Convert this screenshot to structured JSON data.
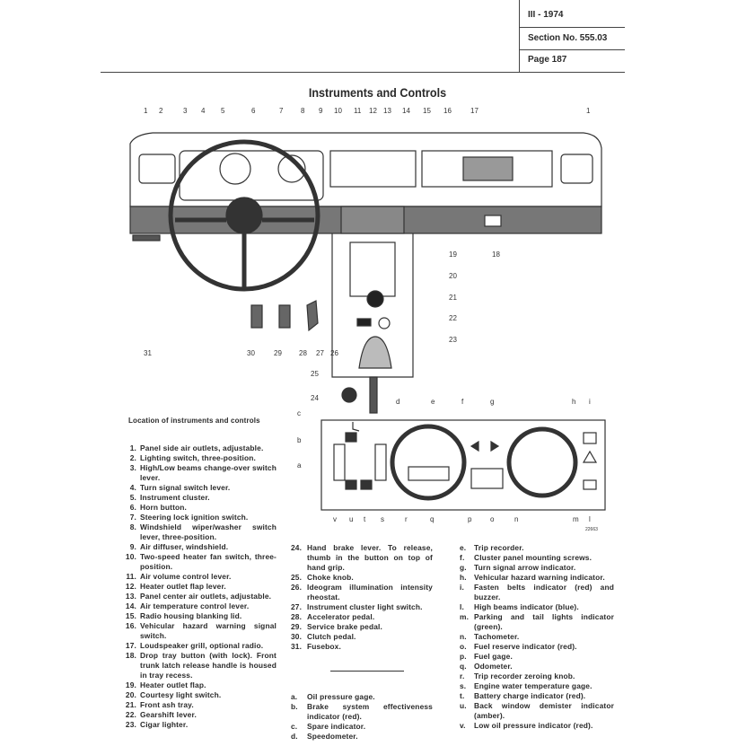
{
  "header": {
    "issue": "III - 1974",
    "section": "Section No. 555.03",
    "page": "Page 187"
  },
  "title": "Instruments and Controls",
  "diagram_labels": {
    "top": [
      "1",
      "2",
      "3",
      "4",
      "5",
      "6",
      "7",
      "8",
      "9",
      "10",
      "11",
      "12",
      "13",
      "14",
      "15",
      "16",
      "17",
      "1"
    ],
    "right": [
      "19",
      "20",
      "21",
      "22",
      "23",
      "18"
    ],
    "bottom": [
      "31",
      "30",
      "29",
      "28",
      "27",
      "26",
      "25",
      "24"
    ],
    "cluster_top": [
      "c",
      "b",
      "a",
      "d",
      "e",
      "f",
      "g",
      "h",
      "i"
    ],
    "cluster_bottom": [
      "v",
      "u",
      "t",
      "s",
      "r",
      "q",
      "p",
      "o",
      "n",
      "m",
      "l"
    ],
    "figure_number": "22663"
  },
  "legend_heading": "Location of instruments and controls",
  "numbered_items": [
    {
      "n": "1.",
      "t": "Panel side air outlets, adjustable."
    },
    {
      "n": "2.",
      "t": "Lighting switch, three-position."
    },
    {
      "n": "3.",
      "t": "High/Low beams change-over switch lever."
    },
    {
      "n": "4.",
      "t": "Turn signal switch lever."
    },
    {
      "n": "5.",
      "t": "Instrument cluster."
    },
    {
      "n": "6.",
      "t": "Horn button."
    },
    {
      "n": "7.",
      "t": "Steering lock ignition switch."
    },
    {
      "n": "8.",
      "t": "Windshield wiper/washer switch lever, three-position."
    },
    {
      "n": "9.",
      "t": "Air diffuser, windshield."
    },
    {
      "n": "10.",
      "t": "Two-speed heater fan switch, three-position."
    },
    {
      "n": "11.",
      "t": "Air volume control lever."
    },
    {
      "n": "12.",
      "t": "Heater outlet flap lever."
    },
    {
      "n": "13.",
      "t": "Panel center air outlets, adjustable."
    },
    {
      "n": "14.",
      "t": "Air temperature control lever."
    },
    {
      "n": "15.",
      "t": "Radio housing blanking lid."
    },
    {
      "n": "16.",
      "t": "Vehicular hazard warning signal switch."
    },
    {
      "n": "17.",
      "t": "Loudspeaker grill, optional radio."
    },
    {
      "n": "18.",
      "t": "Drop tray button (with lock). Front trunk latch release handle is housed in tray recess."
    },
    {
      "n": "19.",
      "t": "Heater outlet flap."
    },
    {
      "n": "20.",
      "t": "Courtesy light switch."
    },
    {
      "n": "21.",
      "t": "Front ash tray."
    },
    {
      "n": "22.",
      "t": "Gearshift lever."
    },
    {
      "n": "23.",
      "t": "Cigar lighter."
    },
    {
      "n": "24.",
      "t": "Hand brake lever. To release, thumb in the button on top of hand grip."
    },
    {
      "n": "25.",
      "t": "Choke knob."
    },
    {
      "n": "26.",
      "t": "Ideogram illumination intensity rheostat."
    },
    {
      "n": "27.",
      "t": "Instrument cluster light switch."
    },
    {
      "n": "28.",
      "t": "Accelerator pedal."
    },
    {
      "n": "29.",
      "t": "Service brake pedal."
    },
    {
      "n": "30.",
      "t": "Clutch pedal."
    },
    {
      "n": "31.",
      "t": "Fusebox."
    }
  ],
  "lettered_items": [
    {
      "n": "a.",
      "t": "Oil pressure gage."
    },
    {
      "n": "b.",
      "t": "Brake system effectiveness indicator (red)."
    },
    {
      "n": "c.",
      "t": "Spare indicator."
    },
    {
      "n": "d.",
      "t": "Speedometer."
    },
    {
      "n": "e.",
      "t": "Trip recorder."
    },
    {
      "n": "f.",
      "t": "Cluster panel mounting screws."
    },
    {
      "n": "g.",
      "t": "Turn signal arrow indicator."
    },
    {
      "n": "h.",
      "t": "Vehicular hazard warning indicator."
    },
    {
      "n": "i.",
      "t": "Fasten belts indicator (red) and buzzer."
    },
    {
      "n": "l.",
      "t": "High beams indicator (blue)."
    },
    {
      "n": "m.",
      "t": "Parking and tail lights indicator (green)."
    },
    {
      "n": "n.",
      "t": "Tachometer."
    },
    {
      "n": "o.",
      "t": "Fuel reserve indicator (red)."
    },
    {
      "n": "p.",
      "t": "Fuel gage."
    },
    {
      "n": "q.",
      "t": "Odometer."
    },
    {
      "n": "r.",
      "t": "Trip recorder zeroing knob."
    },
    {
      "n": "s.",
      "t": "Engine water temperature gage."
    },
    {
      "n": "t.",
      "t": "Battery charge indicator (red)."
    },
    {
      "n": "u.",
      "t": "Back window demister indicator (amber)."
    },
    {
      "n": "v.",
      "t": "Low oil pressure indicator (red)."
    }
  ]
}
